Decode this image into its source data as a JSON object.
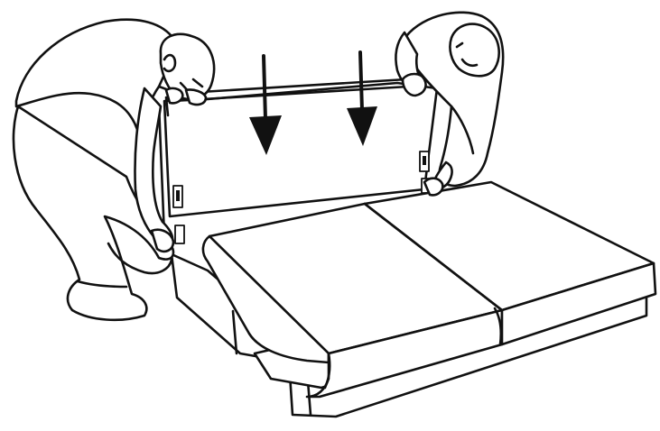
{
  "figure": {
    "kind": "assembly instruction line drawing",
    "caption_text": "",
    "ink_color": "#111111",
    "paper_color": "#ffffff",
    "subjects": [
      {
        "name": "left-person",
        "description_icon": "person-lifting-icon"
      },
      {
        "name": "right-person",
        "description_icon": "person-lifting-icon"
      }
    ],
    "objects": [
      {
        "name": "sofa-bed",
        "icon": "sofa-bed-icon"
      },
      {
        "name": "backrest-panel",
        "icon": "panel-icon"
      },
      {
        "name": "seat-cushion",
        "icon": "cushion-icon",
        "count": 2
      }
    ],
    "arrows": [
      {
        "name": "down-arrow",
        "direction": "down"
      },
      {
        "name": "down-arrow",
        "direction": "down"
      }
    ]
  }
}
